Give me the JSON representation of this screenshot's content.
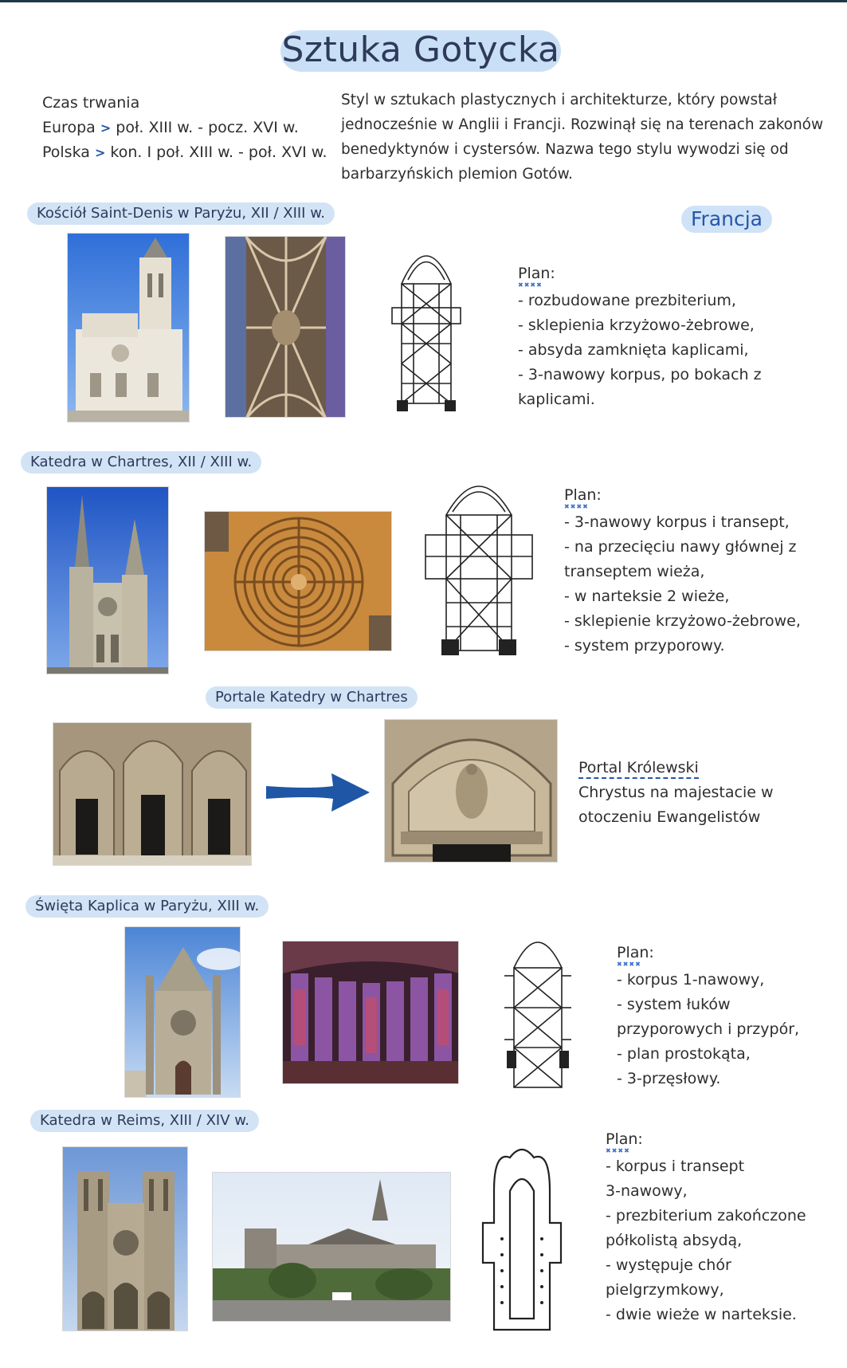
{
  "title": "Sztuka Gotycka",
  "intro": {
    "left_lines": [
      "Czas trwania",
      "Europa",
      "poł. XIII w. - pocz. XVI w.",
      "Polska",
      "kon. I poł. XIII w. - poł. XVI w."
    ],
    "arrow": ">",
    "right_lines": [
      "Styl w sztukach plastycznych i architekturze, który powstał",
      "jednocześnie w Anglii i Francji. Rozwinął się na terenach zakonów",
      "benedyktynów i cystersów. Nazwa tego stylu wywodzi się od",
      "barbarzyńskich plemion Gotów."
    ]
  },
  "region": "Francja",
  "sections": {
    "saint_denis": {
      "label": "Kościół Saint-Denis w Paryżu, XII / XIII w.",
      "plan_title": "Plan:",
      "stars": "✖✖✖✖",
      "items": [
        "- rozbudowane prezbiterium,",
        "- sklepienia krzyżowo-żebrowe,",
        "- absyda zamknięta kaplicami,",
        "- 3-nawowy korpus, po bokach z",
        "kaplicami."
      ]
    },
    "chartres": {
      "label": "Katedra w Chartres, XII / XIII w.",
      "plan_title": "Plan:",
      "stars": "✖✖✖✖",
      "items": [
        "- 3-nawowy korpus i transept,",
        "- na przecięciu nawy głównej z",
        "transeptem wieża,",
        "- w narteksie 2 wieże,",
        "- sklepienie krzyżowo-żebrowe,",
        "- system przyporowy."
      ]
    },
    "portale": {
      "label": "Portale Katedry w Chartres",
      "portal_title": "Portal Królewski",
      "lines": [
        "Chrystus na majestacie w",
        "otoczeniu Ewangelistów"
      ]
    },
    "kaplica": {
      "label": "Święta Kaplica w Paryżu, XIII w.",
      "plan_title": "Plan:",
      "stars": "✖✖✖✖",
      "items": [
        "- korpus 1-nawowy,",
        "- system łuków",
        "przyporowych i przypór,",
        "- plan prostokąta,",
        "- 3-przęsłowy."
      ]
    },
    "reims": {
      "label": "Katedra w Reims, XIII / XIV w.",
      "plan_title": "Plan:",
      "stars": "✖✖✖✖",
      "items": [
        "- korpus i transept",
        "3-nawowy,",
        "- prezbiterium zakończone",
        "półkolistą absydą,",
        "- występuje chór",
        "pielgrzymkowy,",
        "- dwie wieże w narteksie."
      ]
    }
  },
  "colors": {
    "accent": "#2457a8",
    "highlight": "#d2e3f6",
    "text": "#2e2e2e"
  }
}
